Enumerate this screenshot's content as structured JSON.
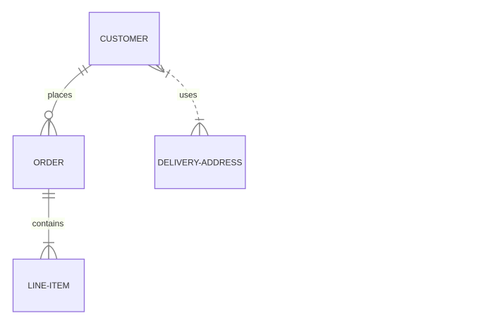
{
  "diagram": {
    "type": "entity-relationship-diagram",
    "entities": [
      {
        "name": "CUSTOMER"
      },
      {
        "name": "ORDER"
      },
      {
        "name": "DELIVERY-ADDRESS"
      },
      {
        "name": "LINE-ITEM"
      }
    ],
    "relationships": [
      {
        "label": "places",
        "from": "CUSTOMER",
        "to": "ORDER",
        "from_cardinality": "exactly-one",
        "to_cardinality": "zero-or-more",
        "line_style": "solid"
      },
      {
        "label": "uses",
        "from": "CUSTOMER",
        "to": "DELIVERY-ADDRESS",
        "from_cardinality": "one-or-more",
        "to_cardinality": "one-or-more",
        "line_style": "dashed"
      },
      {
        "label": "contains",
        "from": "ORDER",
        "to": "LINE-ITEM",
        "from_cardinality": "exactly-one",
        "to_cardinality": "one-or-more",
        "line_style": "solid"
      }
    ],
    "colors": {
      "entity_fill": "#ECECFF",
      "entity_border": "#9370DB",
      "relationship_line": "#808080",
      "text": "#333333",
      "label_background": "#F9FFEC",
      "canvas_background": "#FFFFFF"
    }
  }
}
